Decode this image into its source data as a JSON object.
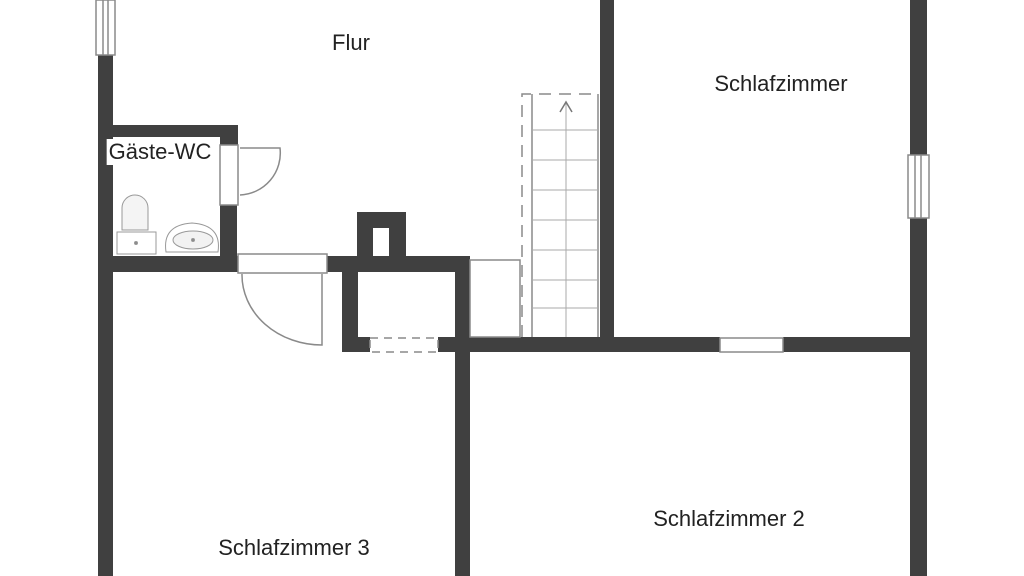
{
  "rooms": {
    "flur": "Flur",
    "schlafzimmer": "Schlafzimmer",
    "gaeste_wc": "Gäste-WC",
    "schlafzimmer_2": "Schlafzimmer 2",
    "schlafzimmer_3": "Schlafzimmer 3"
  },
  "colors": {
    "wall": "#404040",
    "line": "#8a8a8a"
  }
}
